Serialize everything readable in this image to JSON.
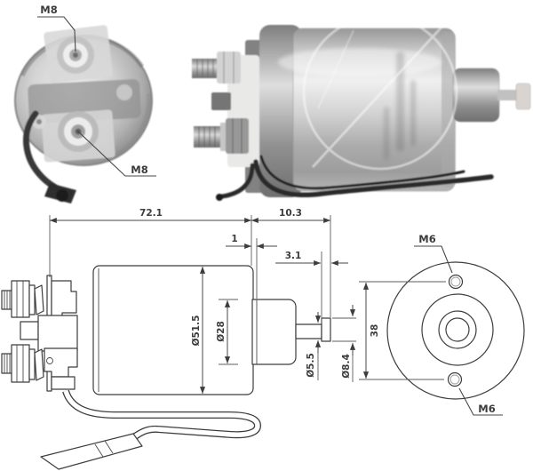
{
  "photo_front": {
    "terminal_label_top": "M8",
    "terminal_label_bottom": "M8"
  },
  "drawing_side": {
    "overall_length": "72.1",
    "rear_length": "10.3",
    "flange_thickness": "1",
    "pin_length": "3.1",
    "body_diameter": "Ø51.5",
    "tube_diameter": "Ø28",
    "shaft_diameter": "Ø5.5",
    "tip_diameter": "Ø8.4"
  },
  "drawing_front": {
    "hole_spacing": "38",
    "hole_thread_top": "M6",
    "hole_thread_bottom": "M6"
  },
  "colors": {
    "line": "#3e3e3e",
    "text": "#3c3c3c",
    "background": "#ffffff"
  }
}
